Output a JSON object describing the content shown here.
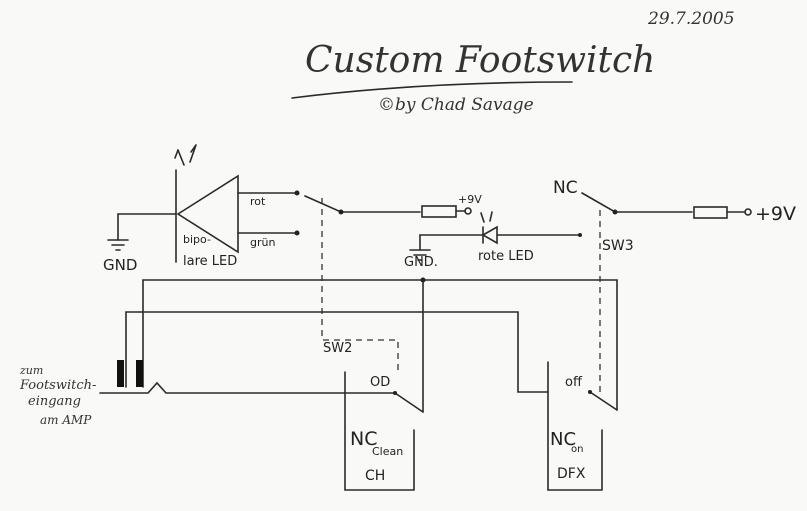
{
  "header": {
    "date": "29.7.2005",
    "title": "Custom Footswitch",
    "author": "©by Chad Savage"
  },
  "labels": {
    "gnd_left": "GND",
    "bicolor_led_1": "bipo-",
    "bicolor_led_2": "lare LED",
    "red": "rot",
    "green": "grün",
    "plus9v_small": "+9V",
    "gnd_mid": "GND.",
    "red_led": "rote LED",
    "nc_sw3": "NC",
    "sw3": "SW3",
    "plus9v_right": "+9V",
    "sw2": "SW2",
    "od": "OD",
    "nc_ch": "NC",
    "clean": "Clean",
    "ch": "CH",
    "off": "off",
    "nc_dfx": "NC",
    "on": "on",
    "dfx": "DFX",
    "jack_1": "zum",
    "jack_2": "Footswitch-",
    "jack_3": "eingang",
    "jack_4": "am AMP"
  }
}
